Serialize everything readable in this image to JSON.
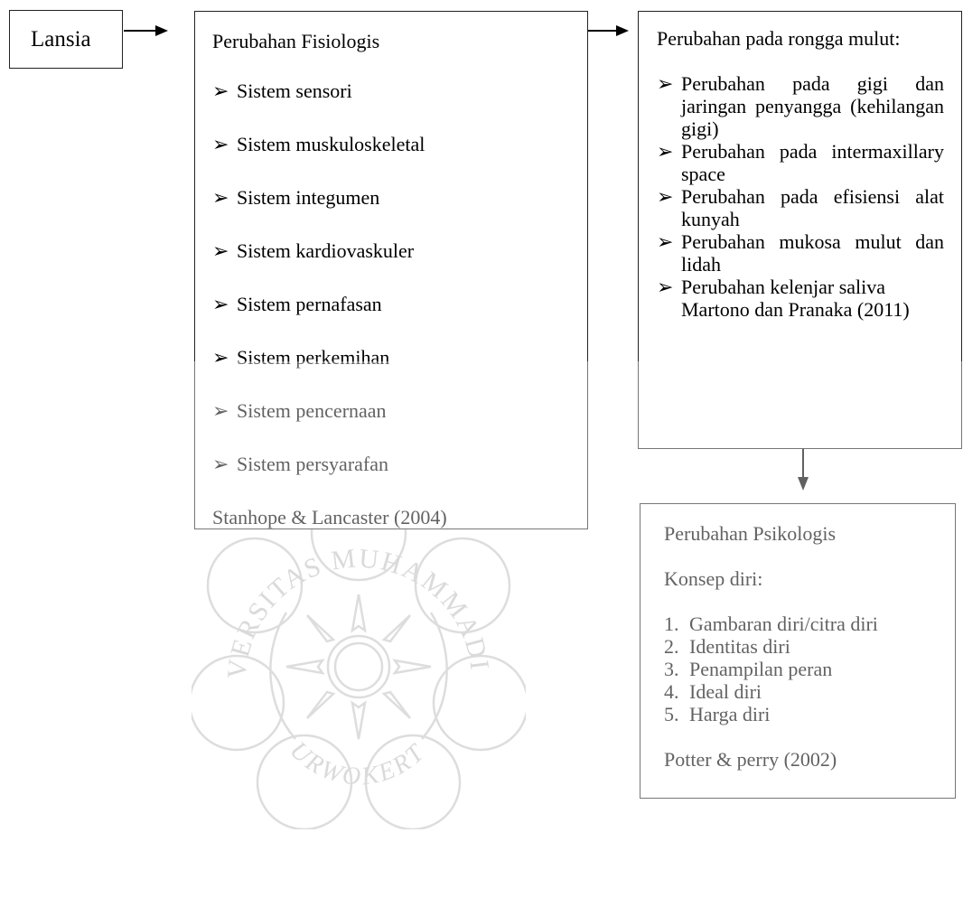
{
  "diagram": {
    "lansia": {
      "label": "Lansia"
    },
    "fisiologis": {
      "title": "Perubahan Fisiologis",
      "bullet_glyph": "➢",
      "items": [
        "Sistem sensori",
        "Sistem muskuloskeletal",
        "Sistem integumen",
        "Sistem kardiovaskuler",
        "Sistem pernafasan",
        "Sistem perkemihan",
        "Sistem pencernaan",
        "Sistem persyarafan"
      ],
      "source": "Stanhope & Lancaster (2004)"
    },
    "rongga_mulut": {
      "title": "Perubahan pada rongga mulut:",
      "items": [
        "Perubahan pada gigi dan jaringan penyangga (kehilangan gigi)",
        "Perubahan pada intermaxillary space",
        "Perubahan pada efisiensi alat kunyah",
        "Perubahan mukosa mulut dan lidah",
        "Perubahan kelenjar saliva"
      ],
      "source": "Martono dan Pranaka (2011)"
    },
    "psikologis": {
      "title": "Perubahan Psikologis",
      "subtitle": "Konsep diri:",
      "items": [
        "Gambaran diri/citra diri",
        "Identitas diri",
        "Penampilan peran",
        "Ideal diri",
        "Harga diri"
      ],
      "numbers": [
        "1.",
        "2.",
        "3.",
        "4.",
        "5."
      ],
      "source": "Potter & perry (2002)"
    }
  },
  "watermark": {
    "arc_text": "UNIVERSITAS MUHAMMADIYAH",
    "bottom_text": "PURWOKERTO",
    "color": "#c4c4c4"
  }
}
